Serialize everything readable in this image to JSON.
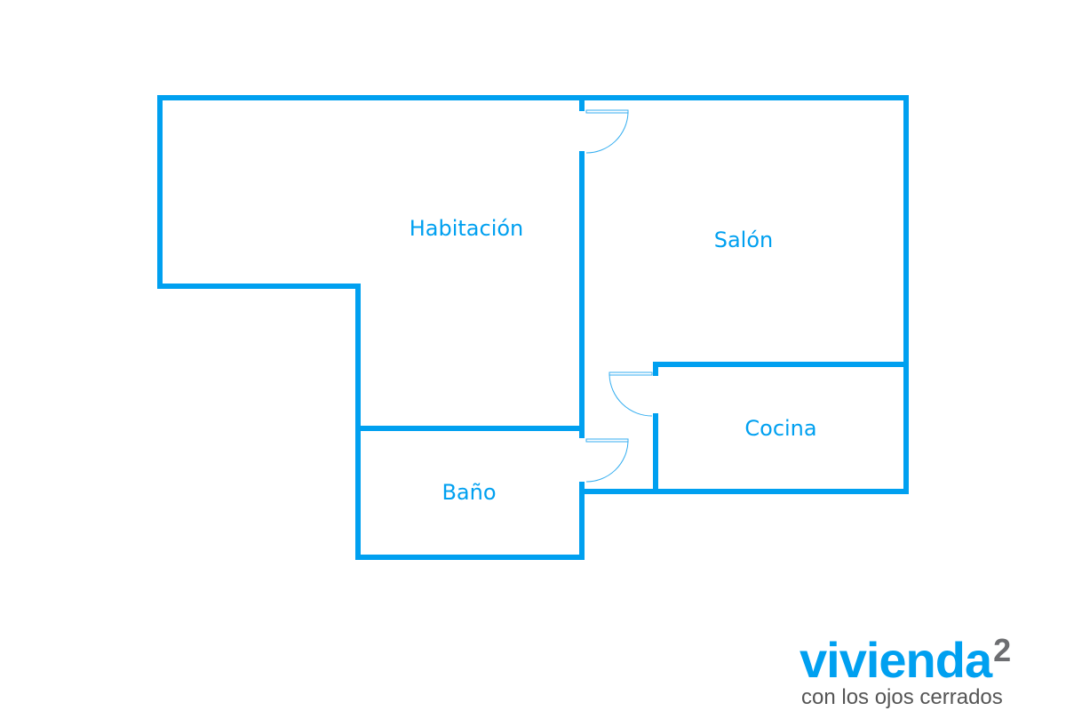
{
  "rooms": {
    "bedroom": "Habitación",
    "living": "Salón",
    "kitchen": "Cocina",
    "bathroom": "Baño"
  },
  "logo": {
    "name": "vivienda",
    "superscript": "2",
    "tagline": "con los ojos cerrados"
  },
  "colors": {
    "wall": "#00a0f0",
    "logo_grey": "#6d6e71"
  }
}
